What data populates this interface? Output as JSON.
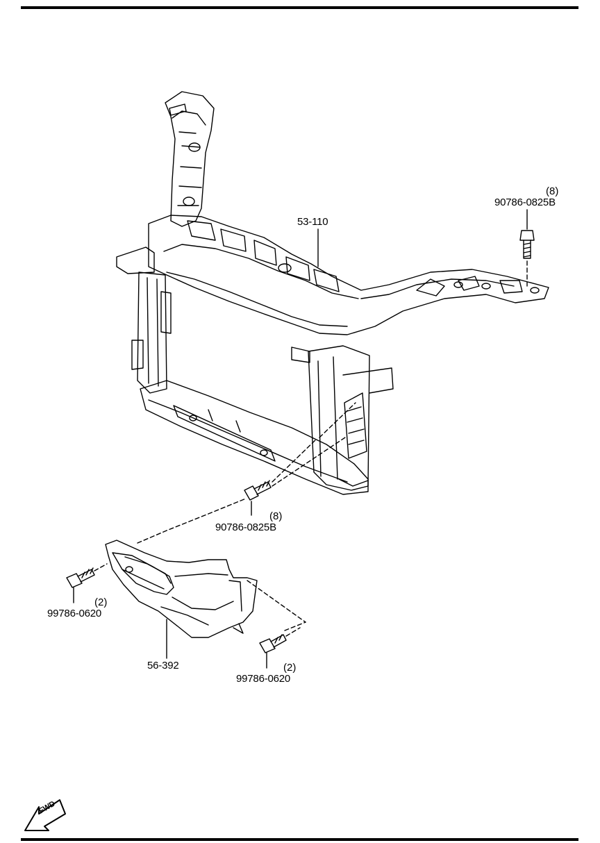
{
  "parts": {
    "radiator_support": {
      "part_no": "53-110"
    },
    "air_guide": {
      "part_no": "56-392"
    },
    "bolt_upper": {
      "qty": "(8)",
      "part_no": "90786-0825B"
    },
    "bolt_lower": {
      "qty": "(8)",
      "part_no": "90786-0825B"
    },
    "screw_left": {
      "qty": "(2)",
      "part_no": "99786-0620"
    },
    "screw_right": {
      "qty": "(2)",
      "part_no": "99786-0620"
    }
  },
  "fwd_badge": {
    "text": "FWD"
  },
  "colors": {
    "line": "#000000",
    "background": "#ffffff"
  }
}
